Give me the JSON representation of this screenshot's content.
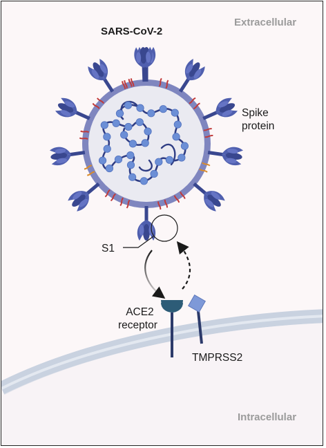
{
  "labels": {
    "extracellular": "Extracellular",
    "intracellular": "Intracellular",
    "virus_name": "SARS-CoV-2",
    "spike_line1": "Spike",
    "spike_line2": "protein",
    "s1": "S1",
    "ace2_line1": "ACE2",
    "ace2_line2": "receptor",
    "tmprss2": "TMPRSS2"
  },
  "colors": {
    "background": "#fcf7f8",
    "virus_membrane": "#7f86bf",
    "virus_interior": "#eaeaf1",
    "spike": "#4f5fae",
    "spike_dark": "#39478f",
    "rna_strand": "#2f3d84",
    "rna_bead": "#6c8fd6",
    "membrane_protein": "#c03a3a",
    "envelope_protein": "#d98b2b",
    "cell_membrane": "#c9d2e0",
    "ace2": "#2d5c77",
    "tmprss2": "#7e99d8",
    "receptor_stalk": "#2c3a6a"
  },
  "icons": [
    "sars-cov-2-virion",
    "spike-protein-icon",
    "ace2-receptor-icon",
    "tmprss2-icon",
    "binding-arrow-icon",
    "release-arrow-icon"
  ]
}
